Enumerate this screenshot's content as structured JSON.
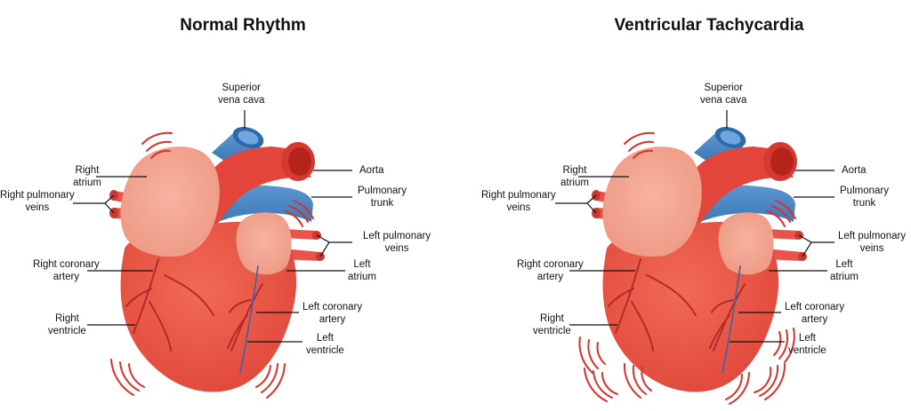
{
  "panels": [
    {
      "title": "Normal Rhythm",
      "labels": {
        "superior_vena_cava": [
          "Superior",
          "vena cava"
        ],
        "aorta": [
          "Aorta"
        ],
        "pulmonary_trunk": [
          "Pulmonary",
          "trunk"
        ],
        "left_pulmonary_veins": [
          "Left pulmonary",
          "veins"
        ],
        "left_atrium": [
          "Left",
          "atrium"
        ],
        "left_coronary_artery": [
          "Left coronary",
          "artery"
        ],
        "left_ventricle": [
          "Left",
          "ventricle"
        ],
        "right_atrium": [
          "Right",
          "atrium"
        ],
        "right_pulmonary_veins": [
          "Right pulmonary",
          "veins"
        ],
        "right_coronary_artery": [
          "Right coronary",
          "artery"
        ],
        "right_ventricle": [
          "Right",
          "ventricle"
        ]
      }
    },
    {
      "title": "Ventricular Tachycardia",
      "labels": {
        "superior_vena_cava": [
          "Superior",
          "vena cava"
        ],
        "aorta": [
          "Aorta"
        ],
        "pulmonary_trunk": [
          "Pulmonary",
          "trunk"
        ],
        "left_pulmonary_veins": [
          "Left pulmonary",
          "veins"
        ],
        "left_atrium": [
          "Left",
          "atrium"
        ],
        "left_coronary_artery": [
          "Left coronary",
          "artery"
        ],
        "left_ventricle": [
          "Left",
          "ventricle"
        ],
        "right_atrium": [
          "Right",
          "atrium"
        ],
        "right_pulmonary_veins": [
          "Right pulmonary",
          "veins"
        ],
        "right_coronary_artery": [
          "Right coronary",
          "artery"
        ],
        "right_ventricle": [
          "Right",
          "ventricle"
        ]
      }
    }
  ],
  "colors": {
    "ventricle": "#e8503f",
    "atrium": "#ef9a84",
    "aorta": "#e43f36",
    "pulmonary": "#3f7fc0",
    "vessel_line": "#c8322e",
    "vibration": "#d9302a"
  }
}
